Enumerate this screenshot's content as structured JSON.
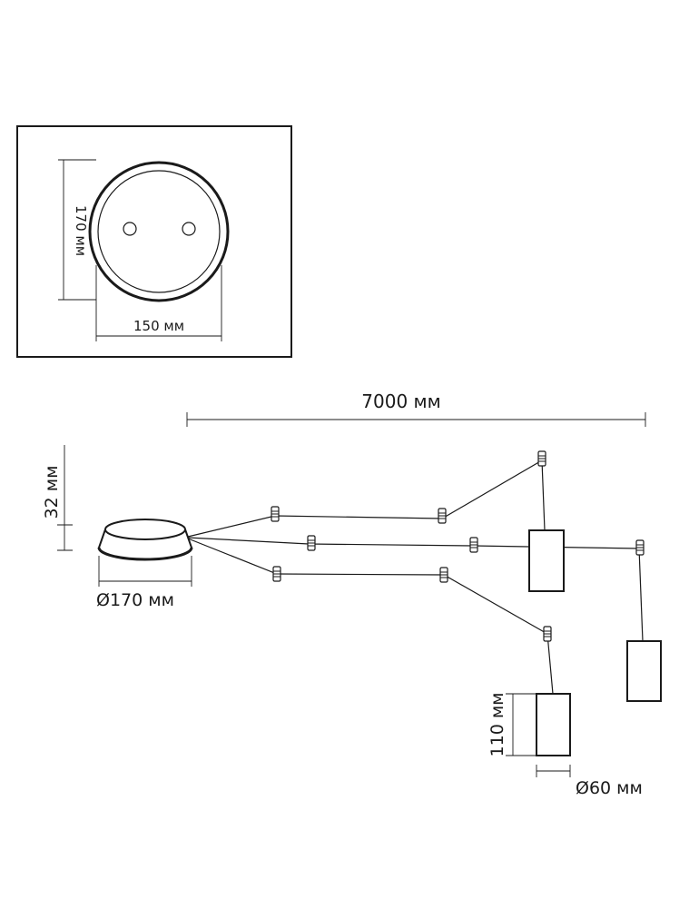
{
  "top_view": {
    "height_label": "170 мм",
    "width_label": "150 мм"
  },
  "total_length_label": "7000 мм",
  "canopy": {
    "height_label": "32 мм",
    "diameter_label": "Ø170 мм"
  },
  "shade": {
    "height_label": "110 мм",
    "diameter_label": "Ø60 мм"
  }
}
